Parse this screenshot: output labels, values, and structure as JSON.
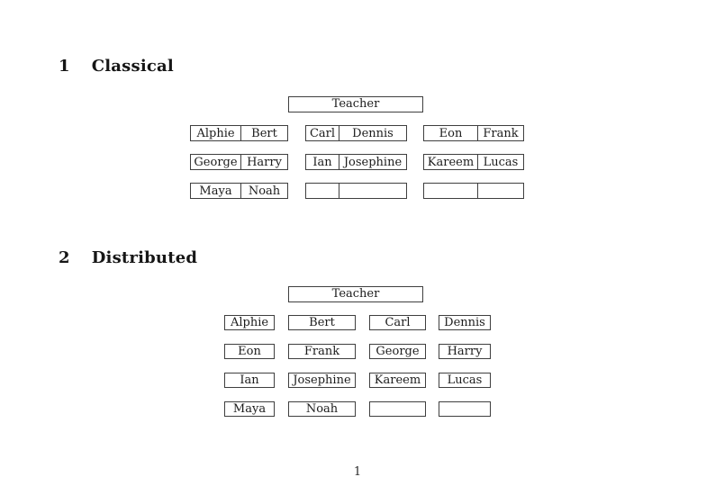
{
  "document": {
    "footer": {
      "page_number": "1"
    }
  },
  "classical": {
    "heading_number": "1",
    "heading_title": "Classical",
    "teacher_label": "Teacher",
    "rows": [
      {
        "desks": [
          {
            "seats": [
              "Alphie",
              "Bert"
            ]
          },
          {
            "seats": [
              "Carl",
              "Dennis"
            ]
          },
          {
            "seats": [
              "Eon",
              "Frank"
            ]
          }
        ]
      },
      {
        "desks": [
          {
            "seats": [
              "George",
              "Harry"
            ]
          },
          {
            "seats": [
              "Ian",
              "Josephine"
            ]
          },
          {
            "seats": [
              "Kareem",
              "Lucas"
            ]
          }
        ]
      },
      {
        "desks": [
          {
            "seats": [
              "Maya",
              "Noah"
            ]
          },
          {
            "seats": [
              "",
              ""
            ]
          },
          {
            "seats": [
              "",
              ""
            ]
          }
        ]
      }
    ]
  },
  "distributed": {
    "heading_number": "2",
    "heading_title": "Distributed",
    "teacher_label": "Teacher",
    "rows": [
      {
        "desks": [
          "Alphie",
          "Bert",
          "Carl",
          "Dennis"
        ]
      },
      {
        "desks": [
          "Eon",
          "Frank",
          "George",
          "Harry"
        ]
      },
      {
        "desks": [
          "Ian",
          "Josephine",
          "Kareem",
          "Lucas"
        ]
      },
      {
        "desks": [
          "Maya",
          "Noah",
          "",
          ""
        ]
      }
    ]
  }
}
